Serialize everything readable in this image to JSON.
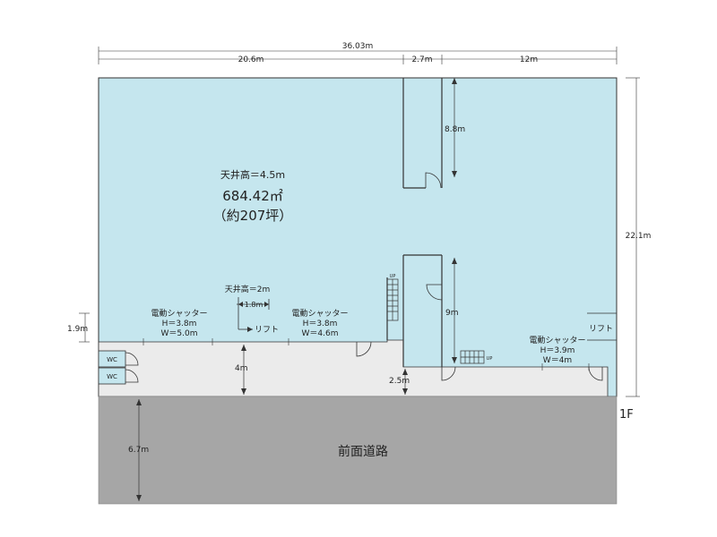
{
  "dimensions": {
    "total_width": "36.03m",
    "seg_left": "20.6m",
    "seg_mid": "2.7m",
    "seg_right": "12m",
    "height_right": "22.1m",
    "upper_room_height": "8.8m",
    "stair_room_height": "9m",
    "left_height": "1.9m",
    "corridor_width": "4m",
    "right_corridor": "2.5m",
    "road_depth": "6.7m",
    "lift_width": "1.8m"
  },
  "labels": {
    "ceiling_main": "天井高＝4.5m",
    "area_sqm": "684.42㎡",
    "area_tsubo": "（約207坪）",
    "ceiling_low": "天井高＝2m",
    "lift_left": "リフト",
    "lift_right": "リフト",
    "shutter1_title": "電動シャッター",
    "shutter1_h": "H＝3.8m",
    "shutter1_w": "W＝5.0m",
    "shutter2_title": "電動シャッター",
    "shutter2_h": "H＝3.8m",
    "shutter2_w": "W＝4.6m",
    "shutter3_title": "電動シャッター",
    "shutter3_h": "H＝3.9m",
    "shutter3_w": "W＝4m",
    "wc1": "WC",
    "wc2": "WC",
    "up1": "UP",
    "up2": "UP",
    "floor": "1F",
    "road": "前面道路"
  },
  "colors": {
    "floor_fill": "#c5e6ee",
    "corridor_fill": "#ebebeb",
    "road_fill": "#a6a6a6",
    "line": "#333333"
  }
}
